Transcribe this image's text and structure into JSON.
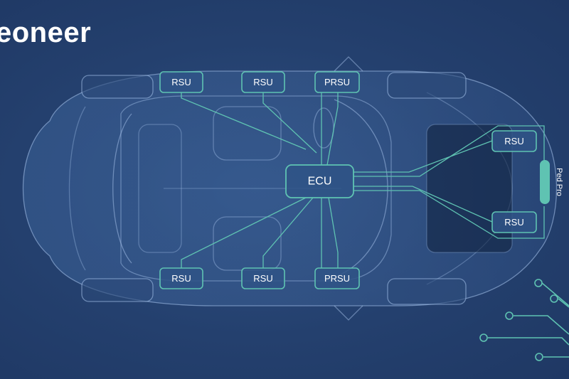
{
  "brand": {
    "logo_text": "eoneer"
  },
  "diagram": {
    "ecu": {
      "label": "ECU"
    },
    "sensors": [
      {
        "id": "rsu-rear-top",
        "label": "RSU"
      },
      {
        "id": "rsu-mid-top",
        "label": "RSU"
      },
      {
        "id": "prsu-top",
        "label": "PRSU"
      },
      {
        "id": "rsu-front-top",
        "label": "RSU"
      },
      {
        "id": "rsu-front-bottom",
        "label": "RSU"
      },
      {
        "id": "rsu-rear-bottom",
        "label": "RSU"
      },
      {
        "id": "rsu-mid-bottom",
        "label": "RSU"
      },
      {
        "id": "prsu-bottom",
        "label": "PRSU"
      }
    ],
    "pedestrian_protection": {
      "label": "Ped Pro"
    }
  },
  "colors": {
    "background": "#24406e",
    "wiring": "#5fc3b2",
    "car_outline": "#a9c6ee",
    "label_text": "#ffffff"
  }
}
